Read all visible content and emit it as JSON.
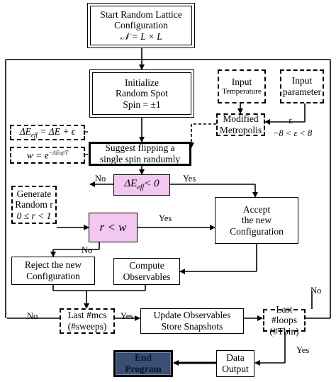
{
  "start": {
    "line1": "Start Random Lattice",
    "line2": "Configuration",
    "formula": "𝒩 = L × L"
  },
  "init": {
    "line1": "Initialize",
    "line2": "Random Spot",
    "line3": "Spin = ±1"
  },
  "input_temp": {
    "line1": "Input",
    "line2": "Temperature"
  },
  "input_param": {
    "line1": "Input",
    "line2": "parameter"
  },
  "modified": {
    "line1": "Modified",
    "line2": "Metropolis"
  },
  "epsilon": {
    "symbol": "ε",
    "range": "−8 < ε < 8"
  },
  "deff": {
    "text": "ΔE",
    "sub": "eff",
    "rest": " = ΔE + ϵ"
  },
  "wbox": {
    "text": "w = e",
    "exp": "−ΔE",
    "exp_sub": "eff",
    "exp_rest": "/T"
  },
  "suggest": {
    "line1": "Suggest flipping a",
    "line2": "single spin randumly"
  },
  "decision1": {
    "text": "ΔE",
    "sub": "eff",
    "rest": "< 0"
  },
  "generate": {
    "line1": "Generate",
    "line2": "Random r",
    "line3": "0 ≤ r < 1"
  },
  "decision2": {
    "text": "r < w"
  },
  "accept": {
    "line1": "Accept",
    "line2": "the new",
    "line3": "Configuration"
  },
  "reject": {
    "line1": "Reject the new",
    "line2": "Configuration"
  },
  "compute": {
    "line1": "Compute",
    "line2": "Observables"
  },
  "lastmcs": {
    "line1": "Last #mcs",
    "line2": "(#sweeps)"
  },
  "update": {
    "line1": "Update Observables",
    "line2": "Store Snapshots"
  },
  "lastloops": {
    "line1": "Last #loops",
    "line2": "(#Tbin)"
  },
  "data_output": {
    "line1": "Data",
    "line2": "Output"
  },
  "end": {
    "line1": "End",
    "line2": "Program"
  },
  "labels": {
    "no1": "No",
    "yes1": "Yes",
    "yes2": "Yes",
    "no2": "No",
    "no3": "No",
    "yes3": "Yes",
    "no4": "No",
    "yes4": "Yes"
  }
}
